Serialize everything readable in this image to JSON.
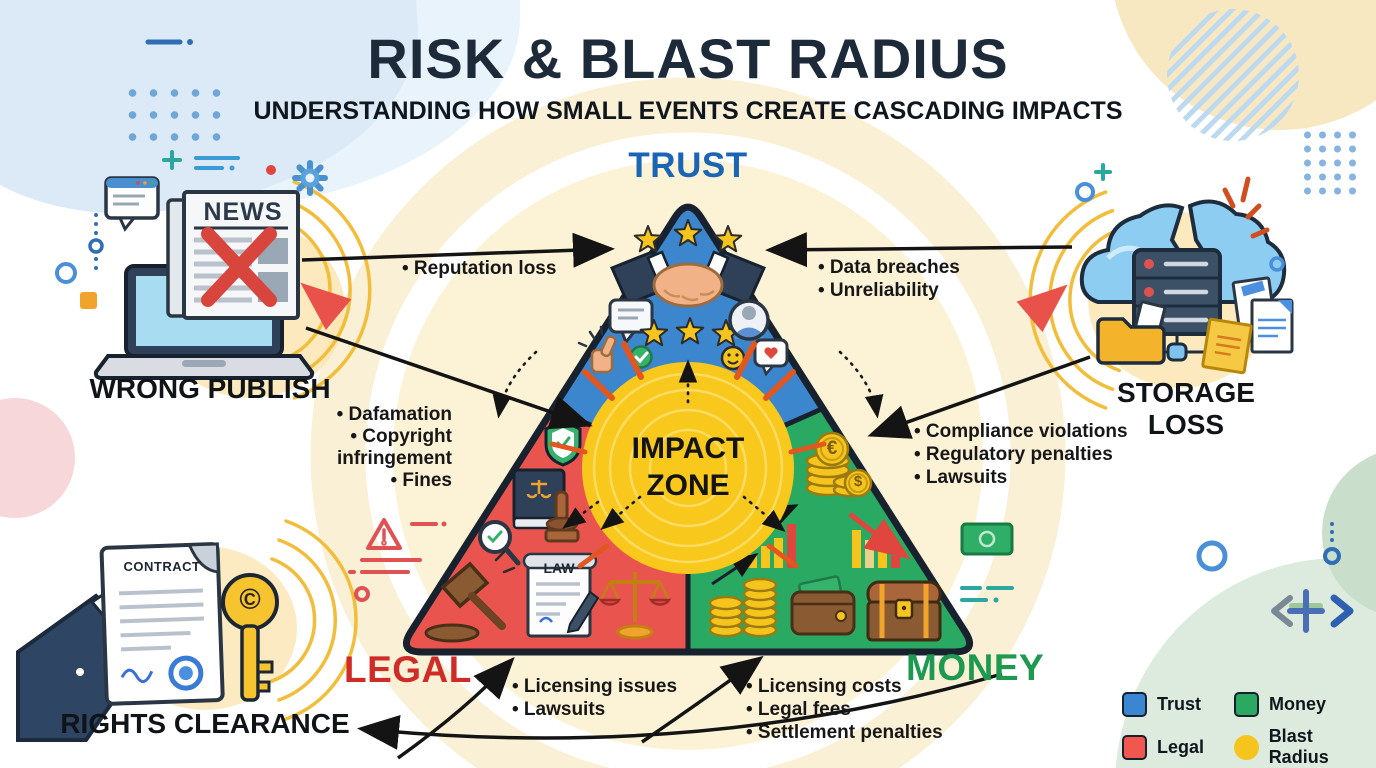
{
  "header": {
    "title": "RISK & BLAST RADIUS",
    "subtitle": "UNDERSTANDING HOW SMALL EVENTS CREATE CASCADING IMPACTS"
  },
  "triangle": {
    "trust_label": "TRUST",
    "legal_label": "LEGAL",
    "money_label": "MONEY",
    "impact_line1": "IMPACT",
    "impact_line2": "ZONE"
  },
  "scenarios": {
    "wrong_publish": {
      "label": "WRONG PUBLISH",
      "news_masthead": "NEWS"
    },
    "storage_loss": {
      "label": "STORAGE LOSS"
    },
    "rights_clearance": {
      "label": "RIGHTS CLEARANCE",
      "contract_title": "CONTRACT",
      "copyright_glyph": "©"
    }
  },
  "impact_lists": {
    "trust_left": [
      "• Reputation loss"
    ],
    "trust_right": [
      "• Data breaches",
      "• Unreliability"
    ],
    "legal_left": [
      "• Dafamation",
      "• Copyright infringement",
      "• Fines"
    ],
    "compliance_right": [
      "• Compliance violations",
      "• Regulatory penalties",
      "• Lawsuits"
    ],
    "legal_bottom": [
      "• Licensing issues",
      "• Lawsuits"
    ],
    "money_bottom": [
      "• Licensing costs",
      "• Legal fees",
      "• Settlement penalties"
    ]
  },
  "icon_texts": {
    "law_scroll": "LAW",
    "euro_coin": "€",
    "dollar_coin": "$"
  },
  "legend": {
    "items": [
      {
        "label": "Trust",
        "color": "#3b86d0"
      },
      {
        "label": "Legal",
        "color": "#f2574f"
      },
      {
        "label": "Money",
        "color": "#2aa963"
      },
      {
        "label": "Blast Radius",
        "color": "#f6c51d"
      }
    ]
  },
  "palette": {
    "trust_section": "#3c86cd",
    "legal_section": "#ea544e",
    "money_section": "#2aa963",
    "impact_zone": "#f8c81c",
    "blast_ray": "#e2571f",
    "title_text": "#1c2a39",
    "trust_text": "#1a65b4",
    "legal_text": "#cf2b27",
    "money_text": "#1d9a4f"
  }
}
